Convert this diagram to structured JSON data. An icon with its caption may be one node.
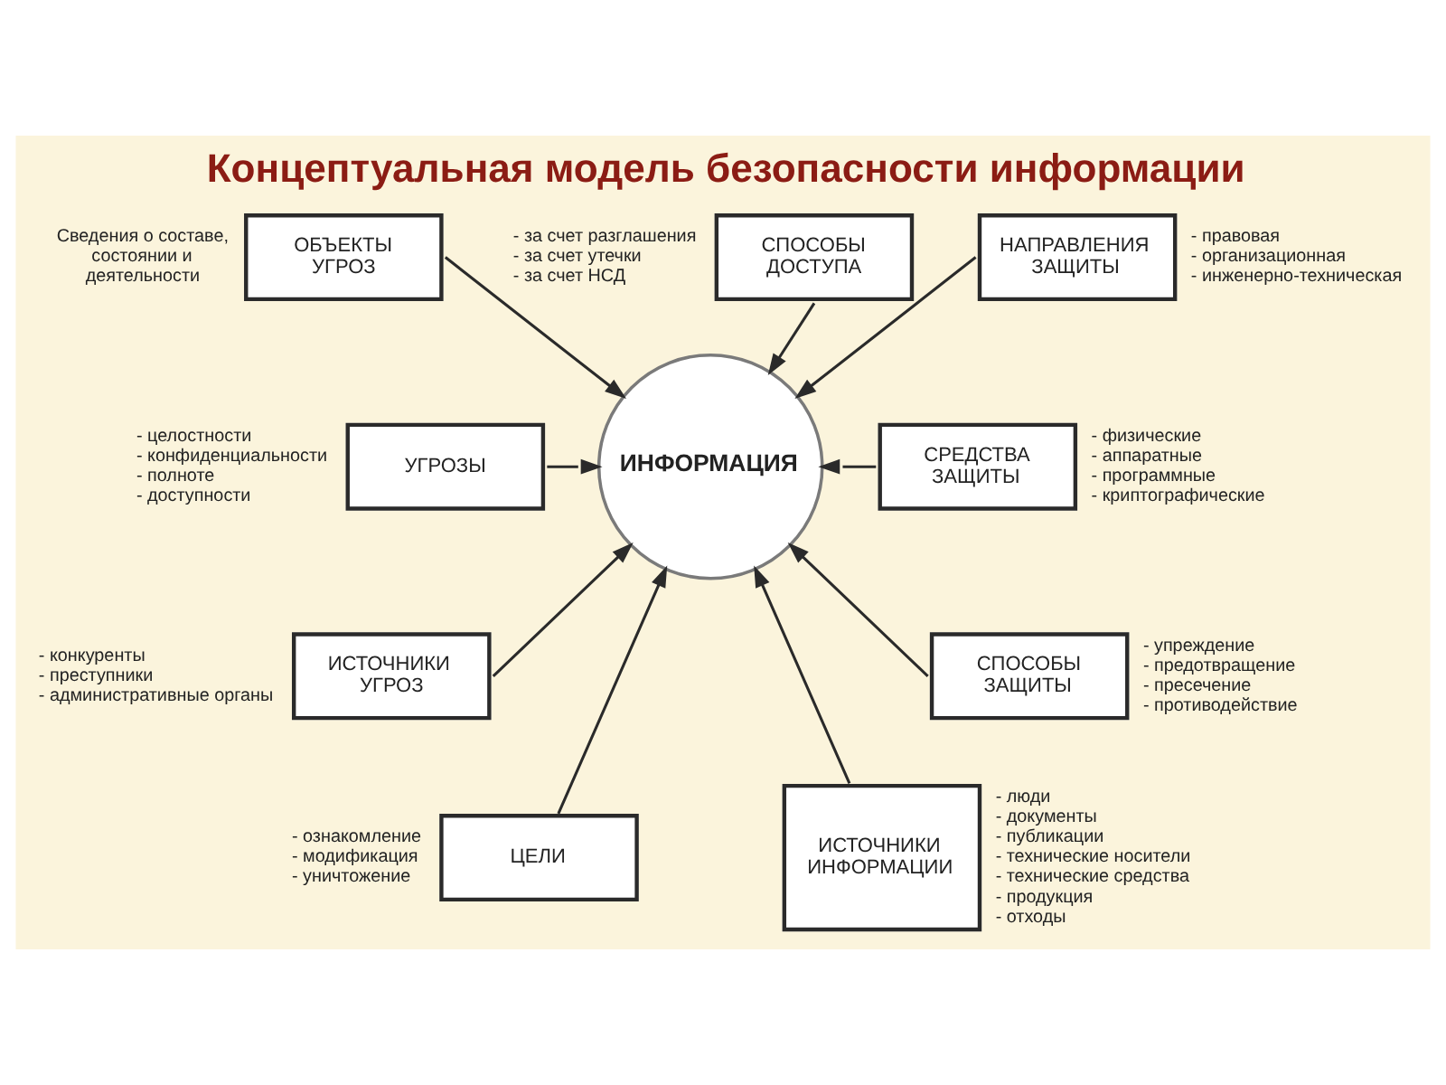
{
  "diagram": {
    "title": "Концептуальная модель безопасности информации",
    "nodes": [
      {
        "text": [
          "ИНФОРМАЦИЯ"
        ]
      },
      {
        "text": [
          "СПОСОБЫ ДОСТУПА"
        ],
        "beside": [
          "- за счет разглашения",
          "- за счет утечки",
          "- за счет НСД"
        ]
      },
      {
        "text": [
          "НАПРАВЛЕНИЯ ЗАЩИТЫ"
        ],
        "beside": [
          "- правовая",
          "- организационная",
          "- инженерно-техническая"
        ]
      },
      {
        "text": [
          "ОБЪЕКТЫ УГРОЗ"
        ],
        "beside": [
          "Сведения о составе, состоянии и деятельности"
        ]
      },
      {
        "text": [
          "СРЕДСТВА ЗАЩИТЫ"
        ],
        "beside": [
          "- физические",
          "- аппаратные",
          "- программные",
          "- криптографические"
        ]
      },
      {
        "text": [
          "УГРОЗЫ"
        ],
        "beside": [
          "- целостности",
          "- конфиденциальности",
          "- полноте",
          "- доступности"
        ]
      },
      {
        "text": [
          "СПОСОБЫ ЗАЩИТЫ"
        ],
        "beside": [
          "- упреждение",
          "- предотвращение",
          "- пресечение",
          "- противодействие"
        ]
      },
      {
        "text": [
          "ИСТОЧНИКИ УГРОЗ"
        ],
        "beside": [
          "- конкуренты",
          "- преступники",
          "- административные органы"
        ]
      },
      {
        "text": [
          "ЦЕЛИ"
        ],
        "beside": [
          "- ознакомление",
          "- модификация",
          "- уничтожение"
        ]
      },
      {
        "text": [
          "ИСТОЧНИКИ ИНФОРМАЦИИ"
        ],
        "beside": [
          "- люди",
          "- документы",
          "- публикации",
          "- технические носители",
          "- технические средства",
          "- продукция",
          "- отходы"
        ]
      }
    ],
    "edges": [
      {
        "from": 1,
        "to": 0,
        "arrow": "to"
      },
      {
        "from": 2,
        "to": 0,
        "arrow": "to"
      },
      {
        "from": 3,
        "to": 0,
        "arrow": "to"
      },
      {
        "from": 4,
        "to": 0,
        "arrow": "to"
      },
      {
        "from": 5,
        "to": 0,
        "arrow": "to"
      },
      {
        "from": 6,
        "to": 0,
        "arrow": "to"
      },
      {
        "from": 7,
        "to": 0,
        "arrow": "to"
      },
      {
        "from": 8,
        "to": 0,
        "arrow": "to"
      },
      {
        "from": 9,
        "to": 0,
        "arrow": "to"
      }
    ]
  }
}
